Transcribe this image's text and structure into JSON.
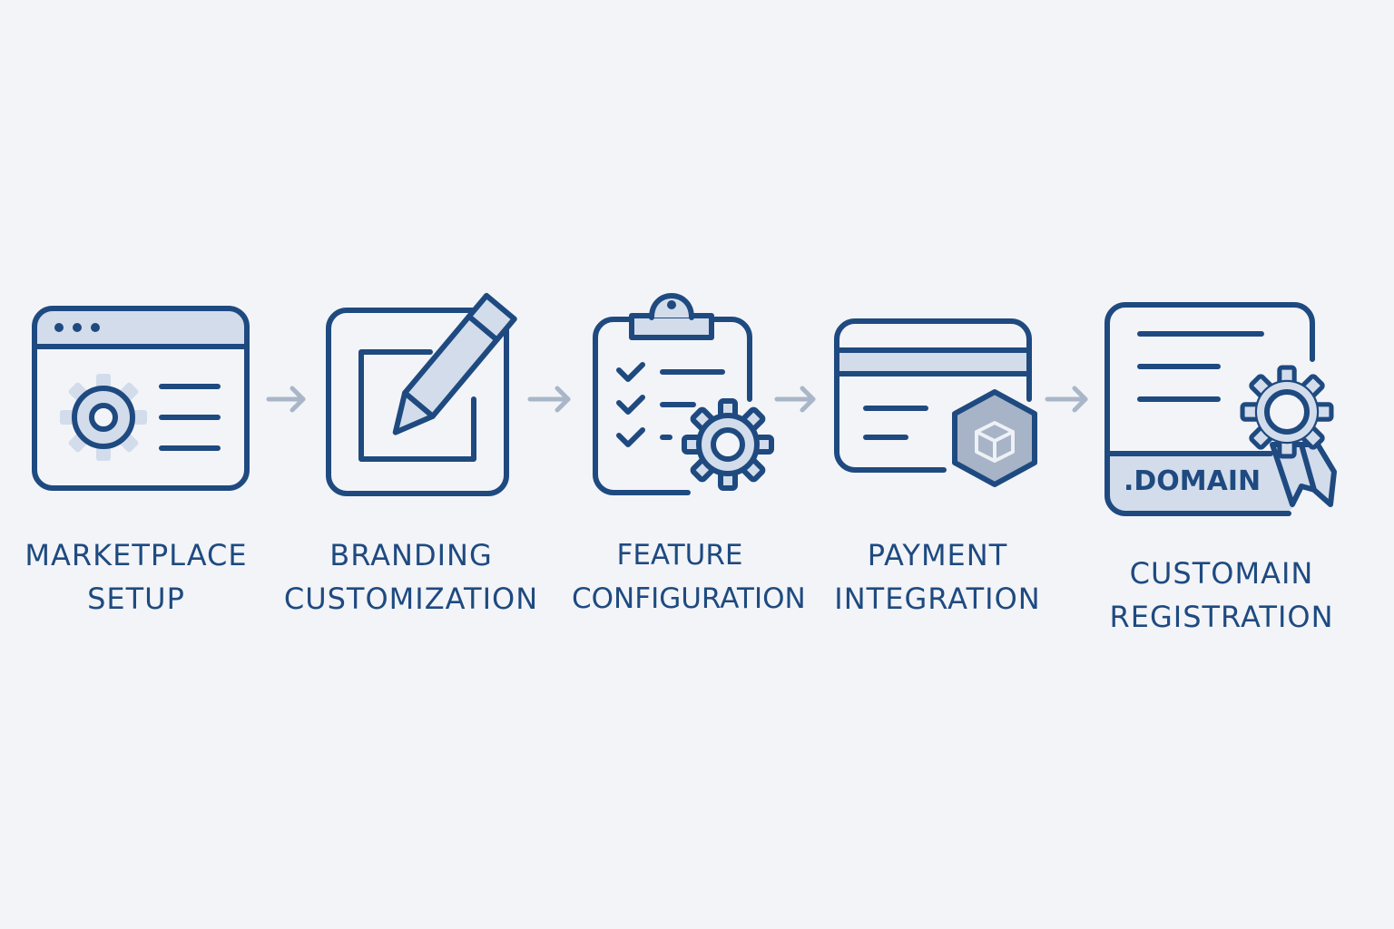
{
  "colors": {
    "background": "#f3f4f8",
    "stroke": "#1e4a80",
    "fill_light": "#d3dceb",
    "arrow": "#a9b6c8",
    "hex_fill": "#a7b3c6"
  },
  "steps": [
    {
      "icon": "browser-gear-icon",
      "line1": "MARKETPLACE",
      "line2": "SETUP"
    },
    {
      "icon": "edit-pencil-icon",
      "line1": "BRANDING",
      "line2": "CUSTOMIZATION"
    },
    {
      "icon": "checklist-gear-icon",
      "line1": "FEATURE",
      "line2": "CONFIGURATION"
    },
    {
      "icon": "payment-card-icon",
      "line1": "PAYMENT",
      "line2": "INTEGRATION"
    },
    {
      "icon": "domain-certificate-icon",
      "line1": "CUSTOMAIN",
      "line2": "REGISTRATION"
    }
  ],
  "domain_badge": ".DOMAIN",
  "connector": "arrow-right-icon"
}
